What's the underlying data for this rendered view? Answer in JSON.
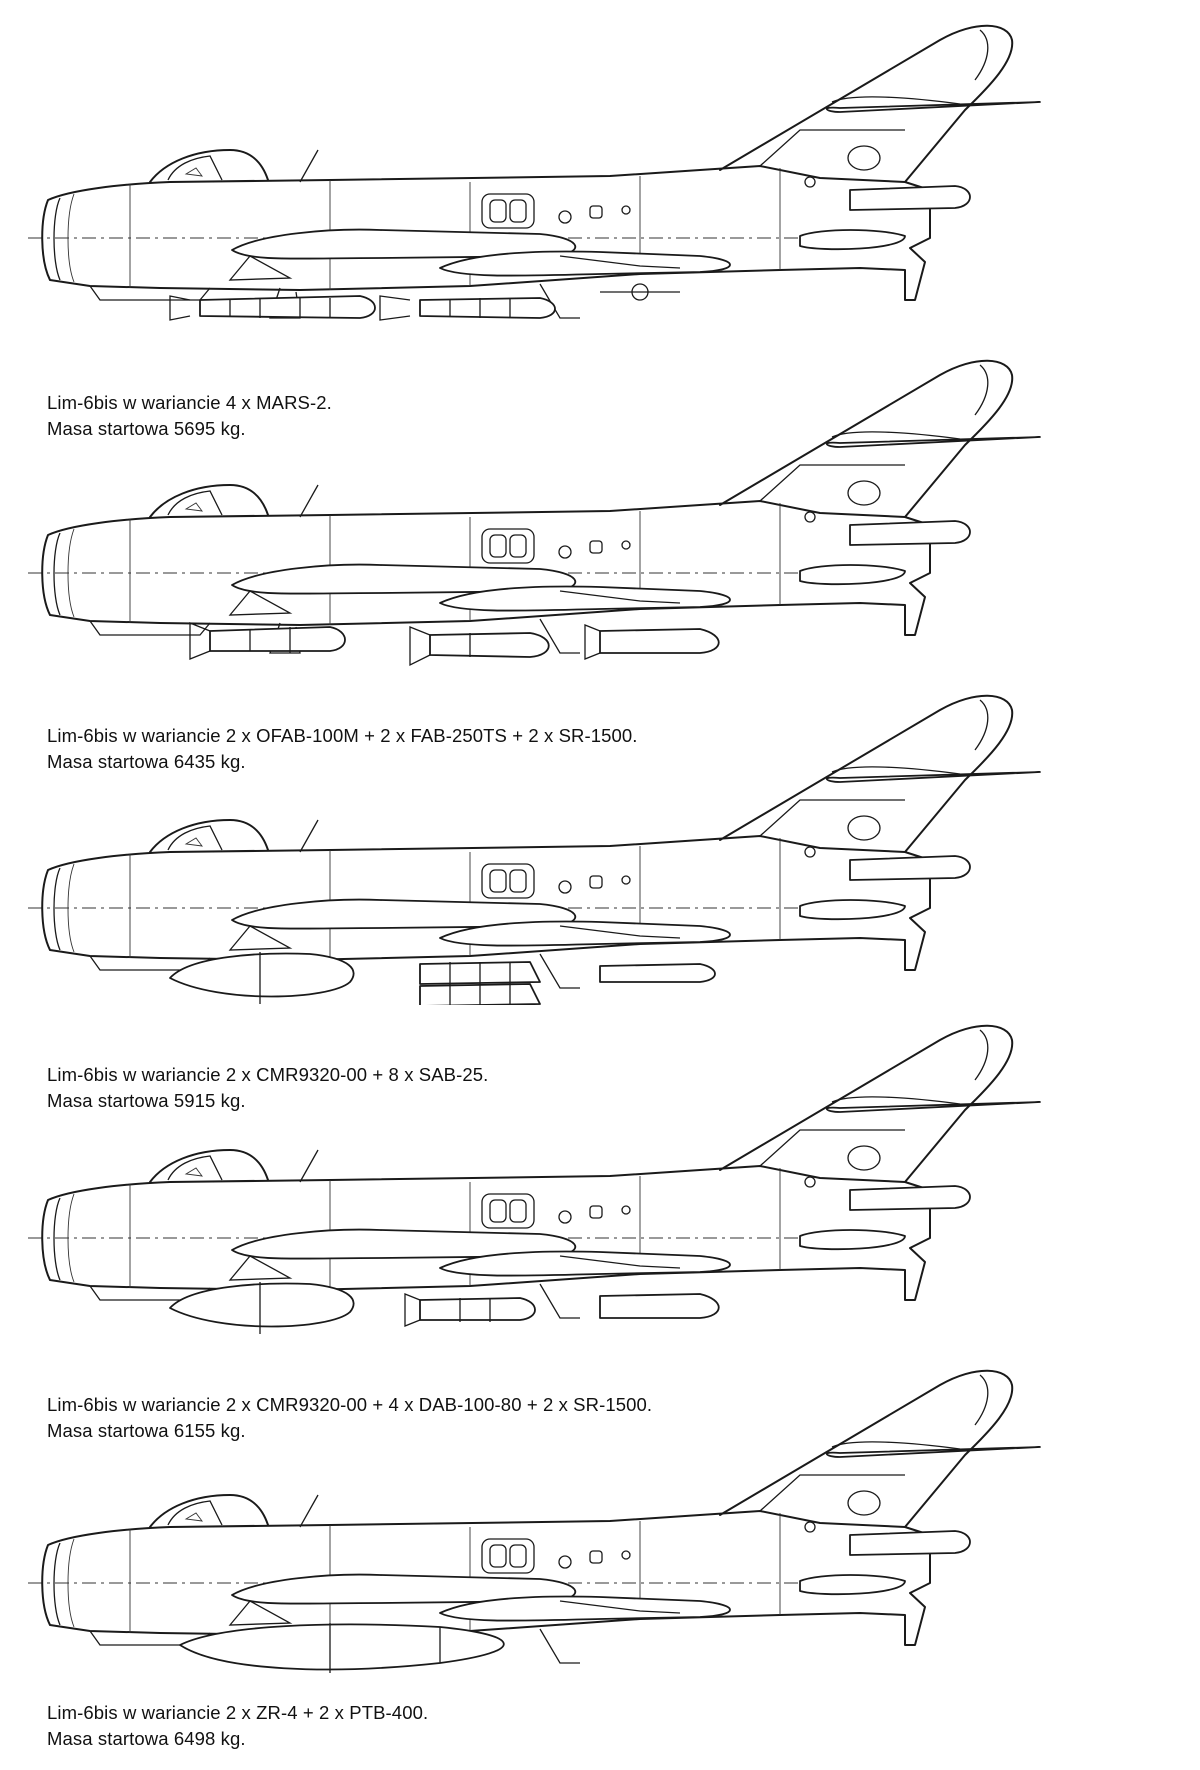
{
  "variants": [
    {
      "line1": "Lim-6bis w wariancie 4 x MARS-2.",
      "line2": "Masa startowa 5695 kg.",
      "stores": "mars"
    },
    {
      "line1": "Lim-6bis w wariancie 2 x OFAB-100M + 2 x FAB-250TS + 2 x SR-1500.",
      "line2": "Masa startowa 6435 kg.",
      "stores": "bombs"
    },
    {
      "line1": "Lim-6bis w wariancie 2 x CMR9320-00 + 8 x SAB-25.",
      "line2": "Masa startowa 5915 kg.",
      "stores": "cmr-sab"
    },
    {
      "line1": "Lim-6bis w wariancie 2 x CMR9320-00 + 4 x DAB-100-80 + 2 x SR-1500.",
      "line2": "Masa startowa 6155 kg.",
      "stores": "cmr-dab"
    },
    {
      "line1": "Lim-6bis w wariancie 2 x ZR-4 + 2 x PTB-400.",
      "line2": "Masa startowa 6498 kg.",
      "stores": "ptb"
    }
  ]
}
